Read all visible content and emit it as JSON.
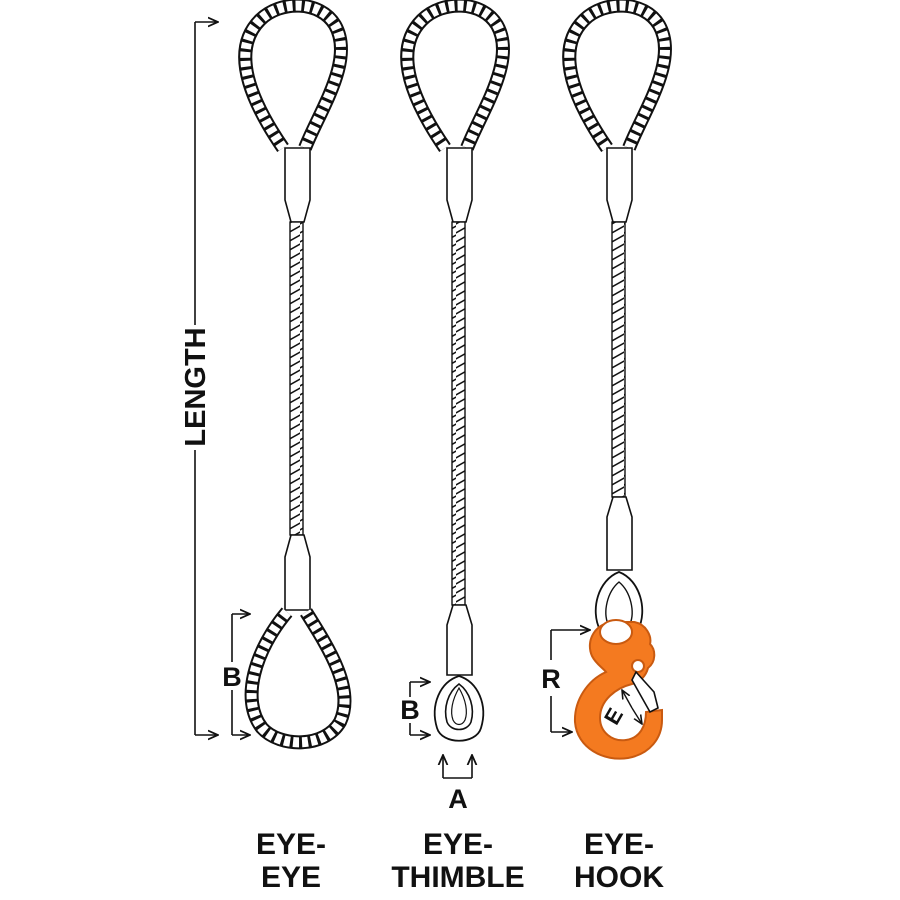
{
  "dimension_labels": {
    "length": "LENGTH",
    "b": "B",
    "a": "A",
    "r": "R",
    "e": "E"
  },
  "slings": [
    {
      "id": "eye-eye",
      "title_line1": "EYE-",
      "title_line2": "EYE"
    },
    {
      "id": "eye-thimble",
      "title_line1": "EYE-",
      "title_line2": "THIMBLE"
    },
    {
      "id": "eye-hook",
      "title_line1": "EYE-",
      "title_line2": "HOOK"
    }
  ],
  "colors": {
    "line": "#111111",
    "rope_fill": "#ffffff",
    "hook_orange": "#f47a20",
    "hook_orange_dark": "#c95a10"
  }
}
